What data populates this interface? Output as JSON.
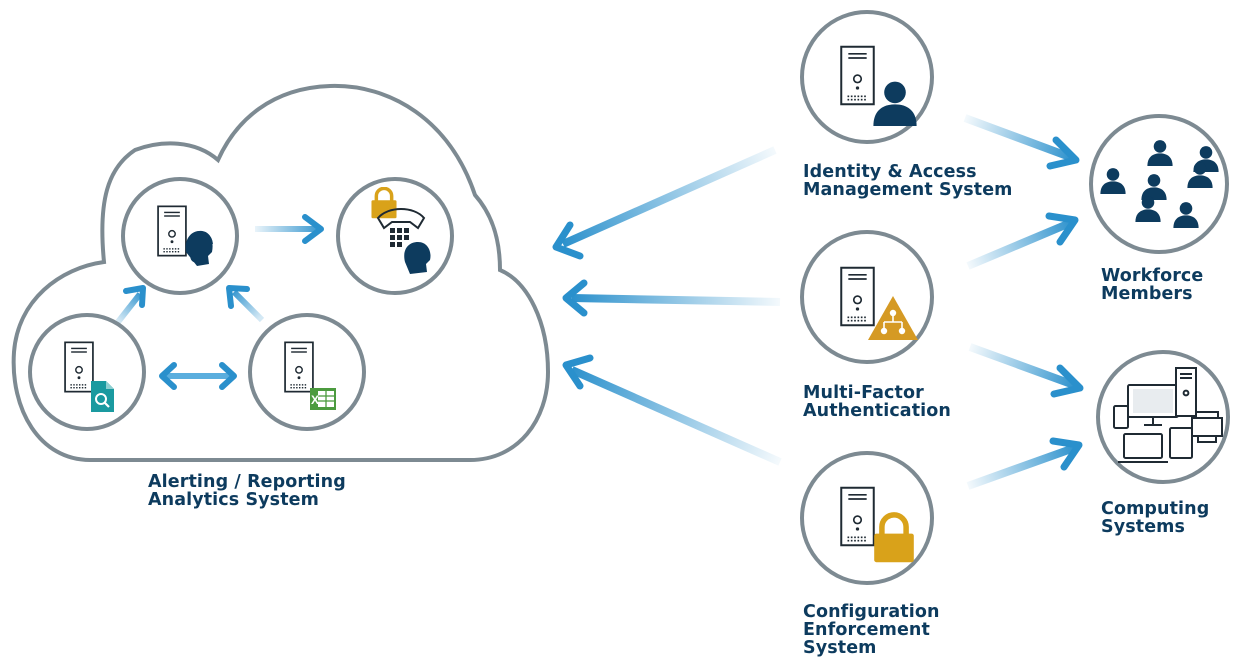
{
  "labels": {
    "analytics": [
      "Alerting / Reporting",
      "Analytics System"
    ],
    "iam": [
      "Identity & Access",
      "Management System"
    ],
    "mfa": [
      "Multi-Factor",
      "Authentication"
    ],
    "config": [
      "Configuration",
      "Enforcement",
      "System"
    ],
    "workforce": [
      "Workforce",
      "Members"
    ],
    "computing": [
      "Computing",
      "Systems"
    ]
  },
  "colors": {
    "label_text": "#0d3b5e",
    "ring": "#7d8a92",
    "arrow": "#2a90cc",
    "arrow_fade": "#d6ecf7",
    "icon_dark": "#0d3b5e",
    "lock_gold": "#d9a21a",
    "warning_amber": "#d59a24",
    "doc_teal": "#1a9aa0",
    "excel_green": "#4c9b3f"
  },
  "nodes": {
    "cloud": "cloud-outline",
    "monitoring": {
      "icon": "headset-agent-icon"
    },
    "incident": {
      "icon": "locked-phone-keypad-icon"
    },
    "log_search": {
      "icon": "document-search-icon"
    },
    "spreadsheet": {
      "icon": "spreadsheet-icon"
    },
    "iam_server": {
      "icon": "user-icon"
    },
    "mfa_server": {
      "icon": "warning-network-icon"
    },
    "config_server": {
      "icon": "padlock-icon"
    },
    "workforce": {
      "icon": "people-group-icon"
    },
    "computing": {
      "icon": "devices-icon"
    }
  }
}
